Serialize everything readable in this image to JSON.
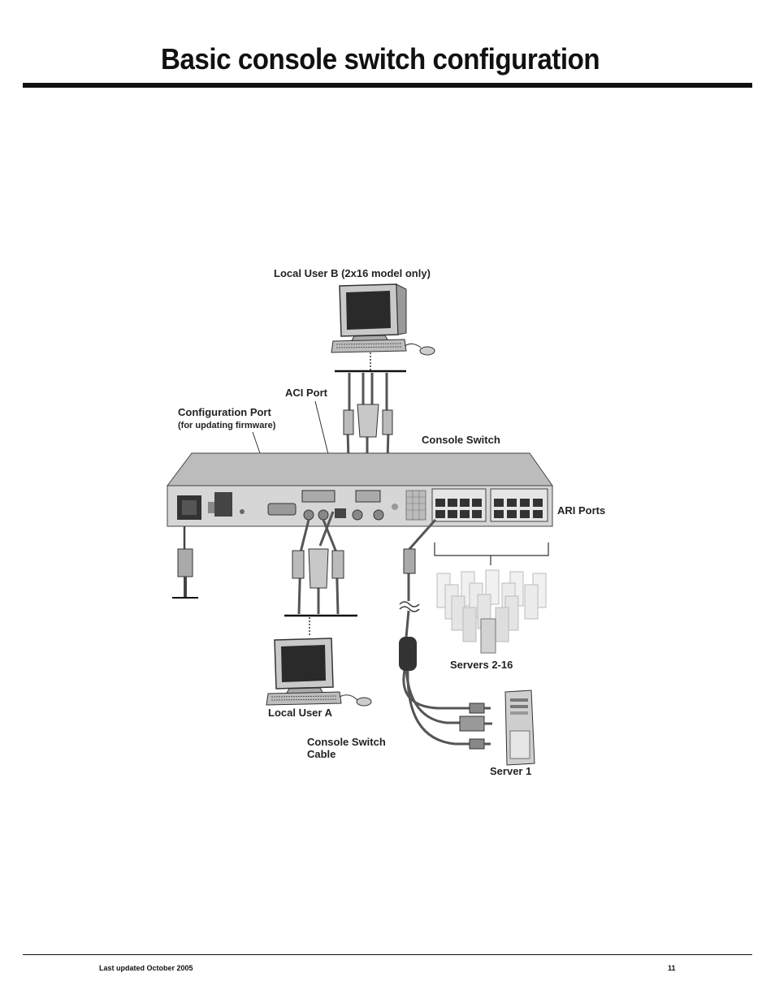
{
  "page": {
    "title": "Basic console switch configuration",
    "footer_left": "Last updated October 2005",
    "footer_right": "11"
  },
  "diagram": {
    "labels": {
      "local_user_b": "Local User B (2x16 model only)",
      "aci_port": "ACI Port",
      "config_port": "Configuration Port",
      "config_port_note": "(for updating firmware)",
      "console_switch": "Console Switch",
      "ari_ports": "ARI Ports",
      "servers_2_16": "Servers 2-16",
      "local_user_a": "Local User A",
      "console_switch_cable_1": "Console Switch",
      "console_switch_cable_2": "Cable",
      "server_1": "Server 1"
    },
    "icons": [
      "monitor-icon",
      "keyboard-icon",
      "mouse-icon",
      "kvm-switch-icon",
      "power-plug-icon",
      "server-tower-icon",
      "cable-icon"
    ]
  }
}
